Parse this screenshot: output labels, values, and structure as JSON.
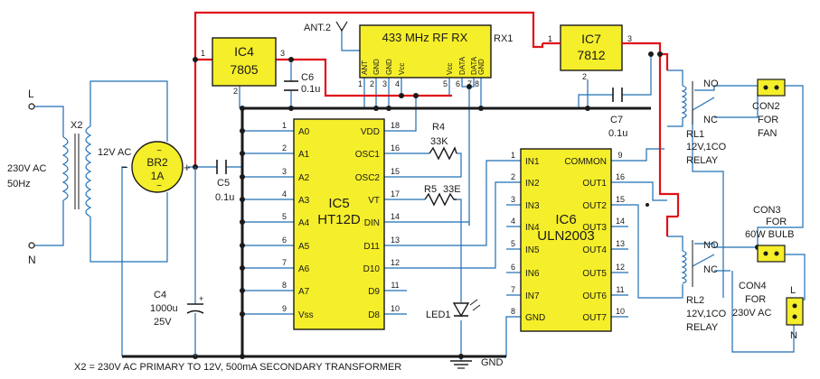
{
  "ac_input": {
    "l": "L",
    "n": "N",
    "v1": "230V AC",
    "v2": "50Hz"
  },
  "transformer": {
    "ref": "X2",
    "secondary": "12V AC"
  },
  "bridge": {
    "ref": "BR2",
    "rating": "1A",
    "plus": "+",
    "minus": "−"
  },
  "ic4": {
    "ref": "IC4",
    "part": "7805",
    "pin1": "1",
    "pin2": "2",
    "pin3": "3"
  },
  "ic7": {
    "ref": "IC7",
    "part": "7812",
    "pin1": "1",
    "pin2": "2",
    "pin3": "3"
  },
  "rx": {
    "title": "433 MHz RF RX",
    "ref": "RX1",
    "ant": "ANT.2",
    "pins": [
      "ANT",
      "GND",
      "GND",
      "Vcc",
      "Vcc",
      "DATA",
      "DATA",
      "GND"
    ],
    "nums": [
      "1",
      "2",
      "3",
      "4",
      "5",
      "6",
      "7",
      "8"
    ]
  },
  "caps": {
    "c4": {
      "ref": "C4",
      "val": "1000u",
      "volt": "25V"
    },
    "c5": {
      "ref": "C5",
      "val": "0.1u"
    },
    "c6": {
      "ref": "C6",
      "val": "0.1u"
    },
    "c7": {
      "ref": "C7",
      "val": "0.1u"
    }
  },
  "ic5": {
    "ref": "IC5",
    "part": "HT12D",
    "left": [
      {
        "num": "1",
        "name": "A0"
      },
      {
        "num": "2",
        "name": "A1"
      },
      {
        "num": "3",
        "name": "A2"
      },
      {
        "num": "4",
        "name": "A3"
      },
      {
        "num": "5",
        "name": "A4"
      },
      {
        "num": "6",
        "name": "A5"
      },
      {
        "num": "7",
        "name": "A6"
      },
      {
        "num": "8",
        "name": "A7"
      },
      {
        "num": "9",
        "name": "Vss"
      }
    ],
    "right": [
      {
        "num": "18",
        "name": "VDD"
      },
      {
        "num": "16",
        "name": "OSC1"
      },
      {
        "num": "15",
        "name": "OSC2"
      },
      {
        "num": "17",
        "name": "VT"
      },
      {
        "num": "14",
        "name": "DIN"
      },
      {
        "num": "13",
        "name": "D11"
      },
      {
        "num": "12",
        "name": "D10"
      },
      {
        "num": "11",
        "name": "D9"
      },
      {
        "num": "10",
        "name": "D8"
      }
    ]
  },
  "ic6": {
    "ref": "IC6",
    "part": "ULN2003",
    "left": [
      {
        "num": "1",
        "name": "IN1"
      },
      {
        "num": "2",
        "name": "IN2"
      },
      {
        "num": "3",
        "name": "IN3"
      },
      {
        "num": "4",
        "name": "IN4"
      },
      {
        "num": "5",
        "name": "IN5"
      },
      {
        "num": "6",
        "name": "IN6"
      },
      {
        "num": "7",
        "name": "IN7"
      },
      {
        "num": "8",
        "name": "GND"
      }
    ],
    "right": [
      {
        "num": "9",
        "name": "COMMON"
      },
      {
        "num": "16",
        "name": "OUT1"
      },
      {
        "num": "15",
        "name": "OUT2"
      },
      {
        "num": "14",
        "name": "OUT3"
      },
      {
        "num": "13",
        "name": "OUT4"
      },
      {
        "num": "12",
        "name": "OUT5"
      },
      {
        "num": "11",
        "name": "OUT6"
      },
      {
        "num": "10",
        "name": "OUT7"
      }
    ]
  },
  "r4": {
    "ref": "R4",
    "val": "33K"
  },
  "r5": {
    "ref": "R5",
    "val": "33E"
  },
  "led": {
    "ref": "LED1"
  },
  "gnd": {
    "label": "GND"
  },
  "rl1": {
    "ref": "RL1",
    "spec": "12V,1CO",
    "type": "RELAY",
    "no": "NO",
    "nc": "NC"
  },
  "rl2": {
    "ref": "RL2",
    "spec": "12V,1CO",
    "type": "RELAY",
    "no": "NO",
    "nc": "NC"
  },
  "con2": {
    "ref": "CON2",
    "l1": "FOR",
    "l2": "FAN"
  },
  "con3": {
    "ref": "CON3",
    "l1": "FOR",
    "l2": "60W BULB"
  },
  "con4": {
    "ref": "CON4",
    "l1": "FOR",
    "l2": "230V AC",
    "l": "L",
    "n": "N"
  },
  "footnote": "X2 = 230V AC PRIMARY TO 12V, 500mA SECONDARY TRANSFORMER",
  "colors": {
    "wire": "#1f6fb5",
    "supply": "#e0101a",
    "ground": "#1a1a1a",
    "ic_fill": "#f5ee2a"
  }
}
